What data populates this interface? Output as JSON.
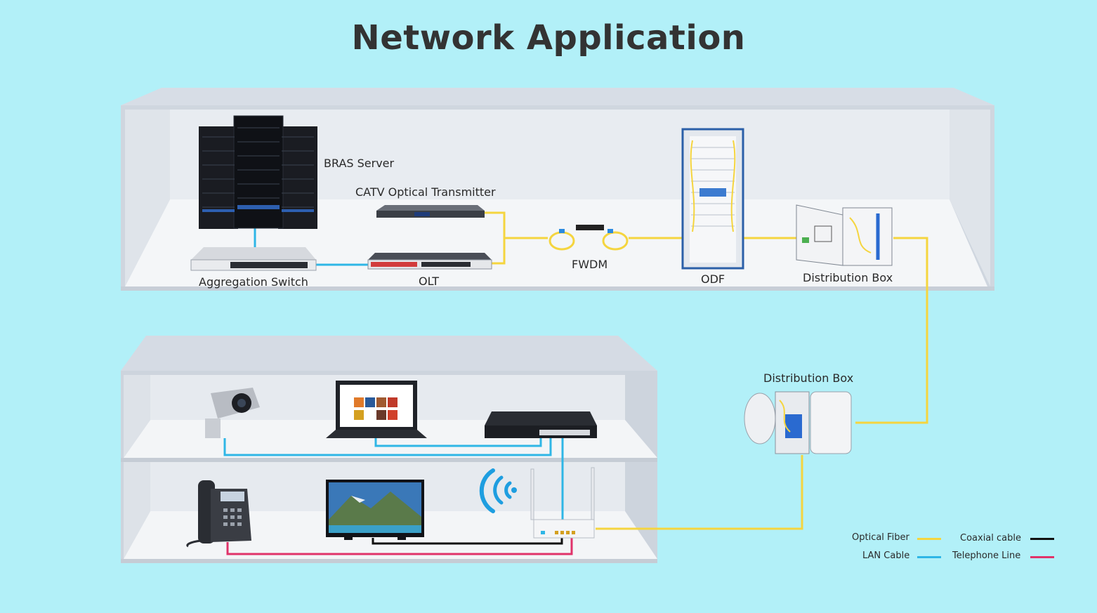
{
  "title": "Network Application",
  "devices": {
    "bras_server": "BRAS Server",
    "catv_transmitter": "CATV Optical Transmitter",
    "aggregation_switch": "Aggregation Switch",
    "olt": "OLT",
    "fwdm": "FWDM",
    "odf": "ODF",
    "distribution_box_top": "Distribution Box",
    "distribution_box_outdoor": "Distribution Box"
  },
  "legend": [
    {
      "label": "Optical Fiber",
      "color": "#f5d53f"
    },
    {
      "label": "Coaxial cable",
      "color": "#111111"
    },
    {
      "label": "LAN Cable",
      "color": "#2fb6e6"
    },
    {
      "label": "Telephone Line",
      "color": "#e0336a"
    }
  ],
  "colors": {
    "background": "#b2f0f8",
    "fiber": "#f5d53f",
    "lan": "#2fb6e6",
    "coax": "#111111",
    "phone": "#e0336a",
    "wifi": "#1e9ee0"
  }
}
